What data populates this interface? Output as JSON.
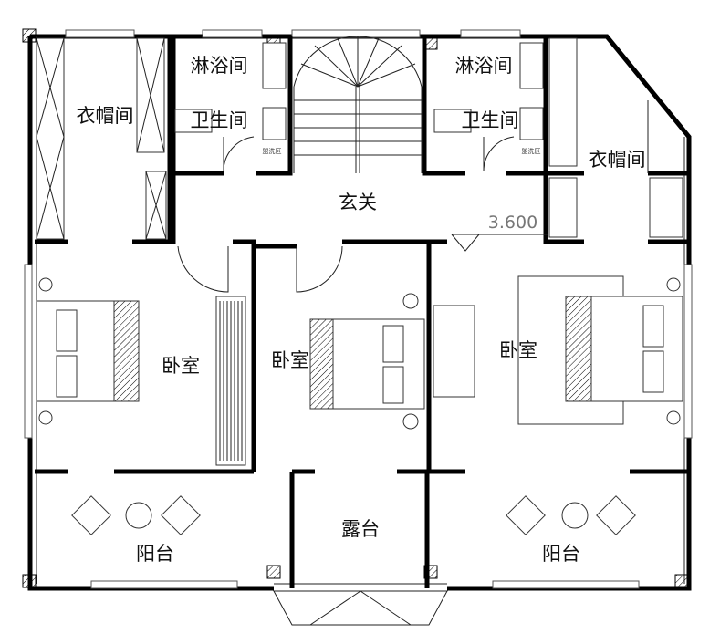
{
  "rooms": {
    "cloak_left": "衣帽间",
    "shower_left": "淋浴间",
    "toilet_left": "卫生间",
    "shower_right": "淋浴间",
    "toilet_right": "卫生间",
    "cloak_right": "衣帽间",
    "foyer": "玄关",
    "bedroom_left": "卧室",
    "bedroom_middle": "卧室",
    "bedroom_right": "卧室",
    "balcony_left": "阳台",
    "terrace": "露台",
    "balcony_right": "阳台"
  },
  "washbasin_label": "盥洗区",
  "elevation": "3.600"
}
